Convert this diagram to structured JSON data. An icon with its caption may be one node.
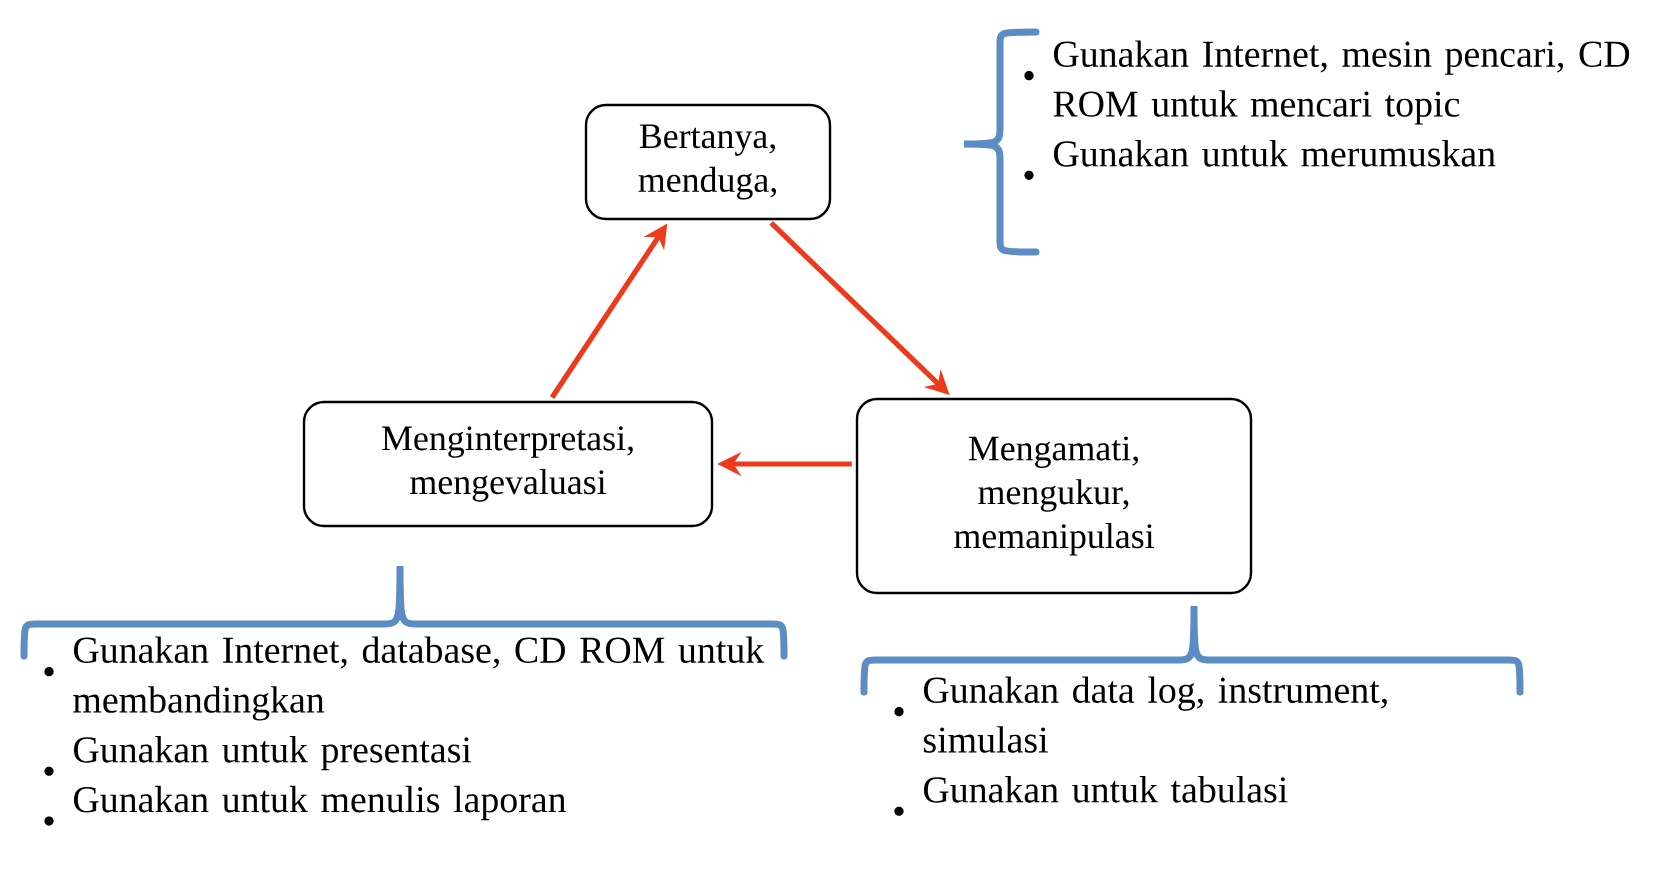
{
  "diagram": {
    "nodes": [
      {
        "text": [
          "Bertanya, menduga,"
        ],
        "beside": [
          "Gunakan Internet, mesin pencari, CD ROM untuk mencari topic",
          "Gunakan untuk merumuskan"
        ]
      },
      {
        "text": [
          "Menginterpretasi, mengevaluasi"
        ],
        "beside": [
          "Gunakan Internet, database, CD ROM untuk membandingkan",
          "Gunakan untuk presentasi",
          "Gunakan untuk menulis laporan"
        ]
      },
      {
        "text": [
          "Mengamati, mengukur, memanipulasi"
        ],
        "beside": [
          "Gunakan data log, instrument, simulasi",
          "Gunakan untuk tabulasi"
        ]
      }
    ],
    "edges": [
      {
        "from": 0,
        "to": 2,
        "arrow": "to"
      },
      {
        "from": 2,
        "to": 1,
        "arrow": "to"
      },
      {
        "from": 1,
        "to": 0,
        "arrow": "to"
      }
    ]
  }
}
